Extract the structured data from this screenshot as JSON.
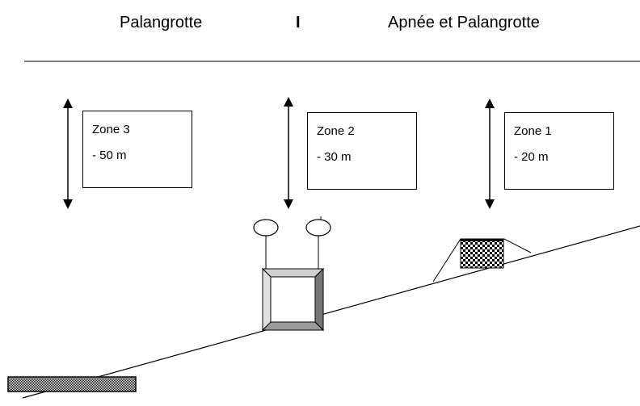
{
  "header": {
    "left": "Palangrotte",
    "separator": "I",
    "right": "Apnée et Palangrotte"
  },
  "zones": [
    {
      "title": "Zone 3",
      "depth": "- 50 m"
    },
    {
      "title": "Zone 2",
      "depth": "- 30 m"
    },
    {
      "title": "Zone 1",
      "depth": "- 20 m"
    }
  ]
}
